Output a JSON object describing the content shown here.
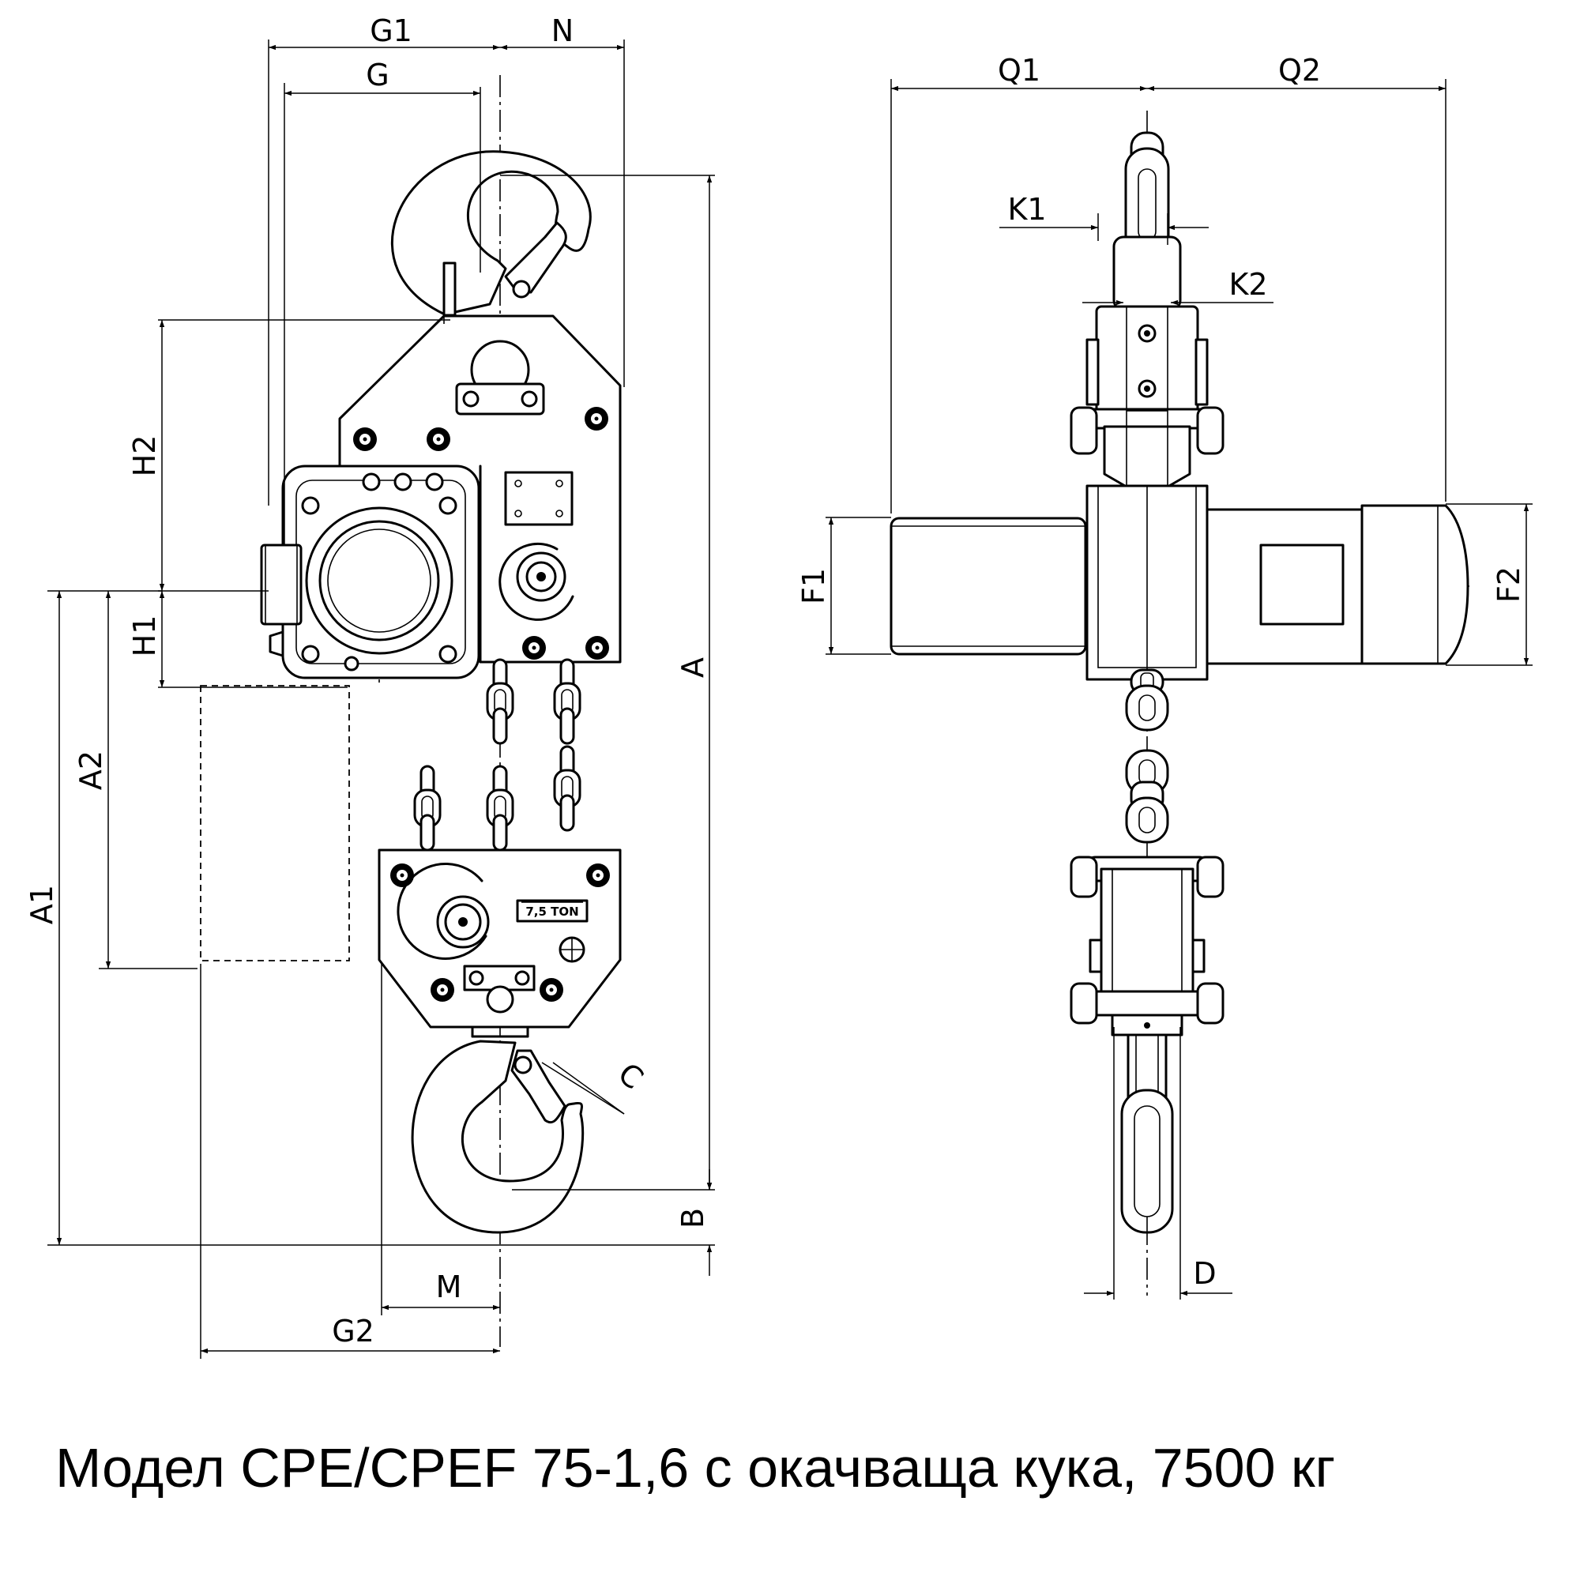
{
  "caption": "Модел CPE/CPEF 75-1,6 с окачваща кука, 7500 кг",
  "plate_text": "7,5 TON",
  "dimensions": {
    "G1": "G1",
    "N": "N",
    "G": "G",
    "H2": "H2",
    "H1": "H1",
    "A": "A",
    "A1": "A1",
    "A2": "A2",
    "B": "B",
    "C": "C",
    "M": "M",
    "G2": "G2",
    "Q1": "Q1",
    "Q2": "Q2",
    "K1": "K1",
    "K2": "K2",
    "F1": "F1",
    "F2": "F2",
    "D": "D"
  }
}
